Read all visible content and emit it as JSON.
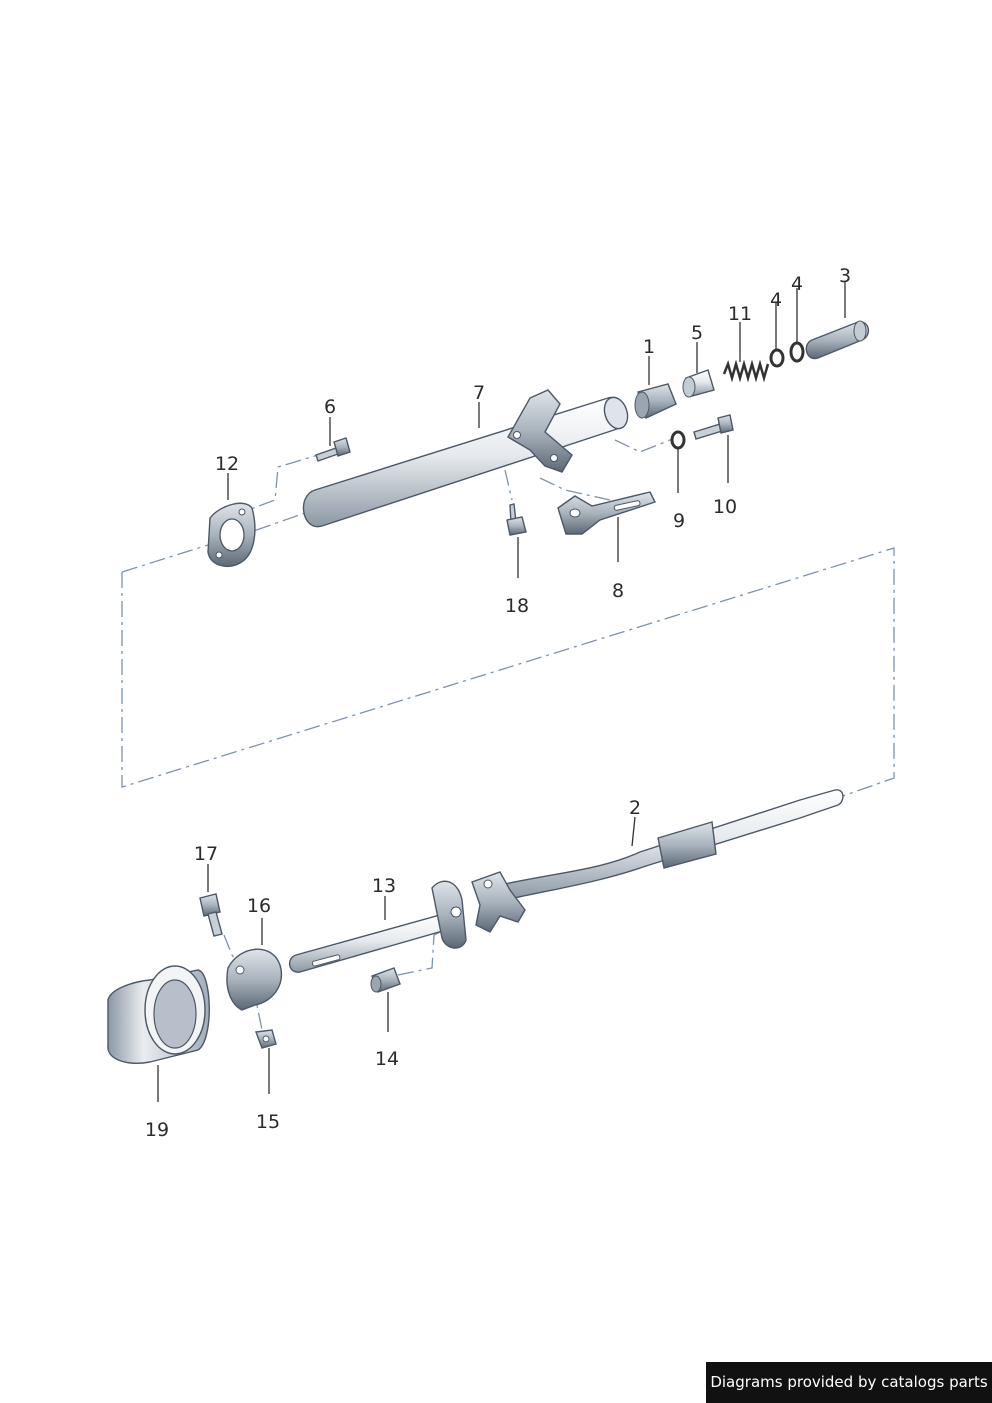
{
  "callouts": {
    "c1": "1",
    "c2": "2",
    "c3": "3",
    "c4a": "4",
    "c4b": "4",
    "c5": "5",
    "c6": "6",
    "c7": "7",
    "c8": "8",
    "c9": "9",
    "c10": "10",
    "c11": "11",
    "c12": "12",
    "c13": "13",
    "c14": "14",
    "c15": "15",
    "c16": "16",
    "c17": "17",
    "c18": "18",
    "c19": "19"
  },
  "credit": "Diagrams provided by catalogs parts",
  "colors": {
    "metal_light": "#eef1f4",
    "metal_mid": "#c3cbd3",
    "metal_dark": "#6f7c89",
    "dash_line": "#7d93ac",
    "credit_bg": "#111111"
  }
}
